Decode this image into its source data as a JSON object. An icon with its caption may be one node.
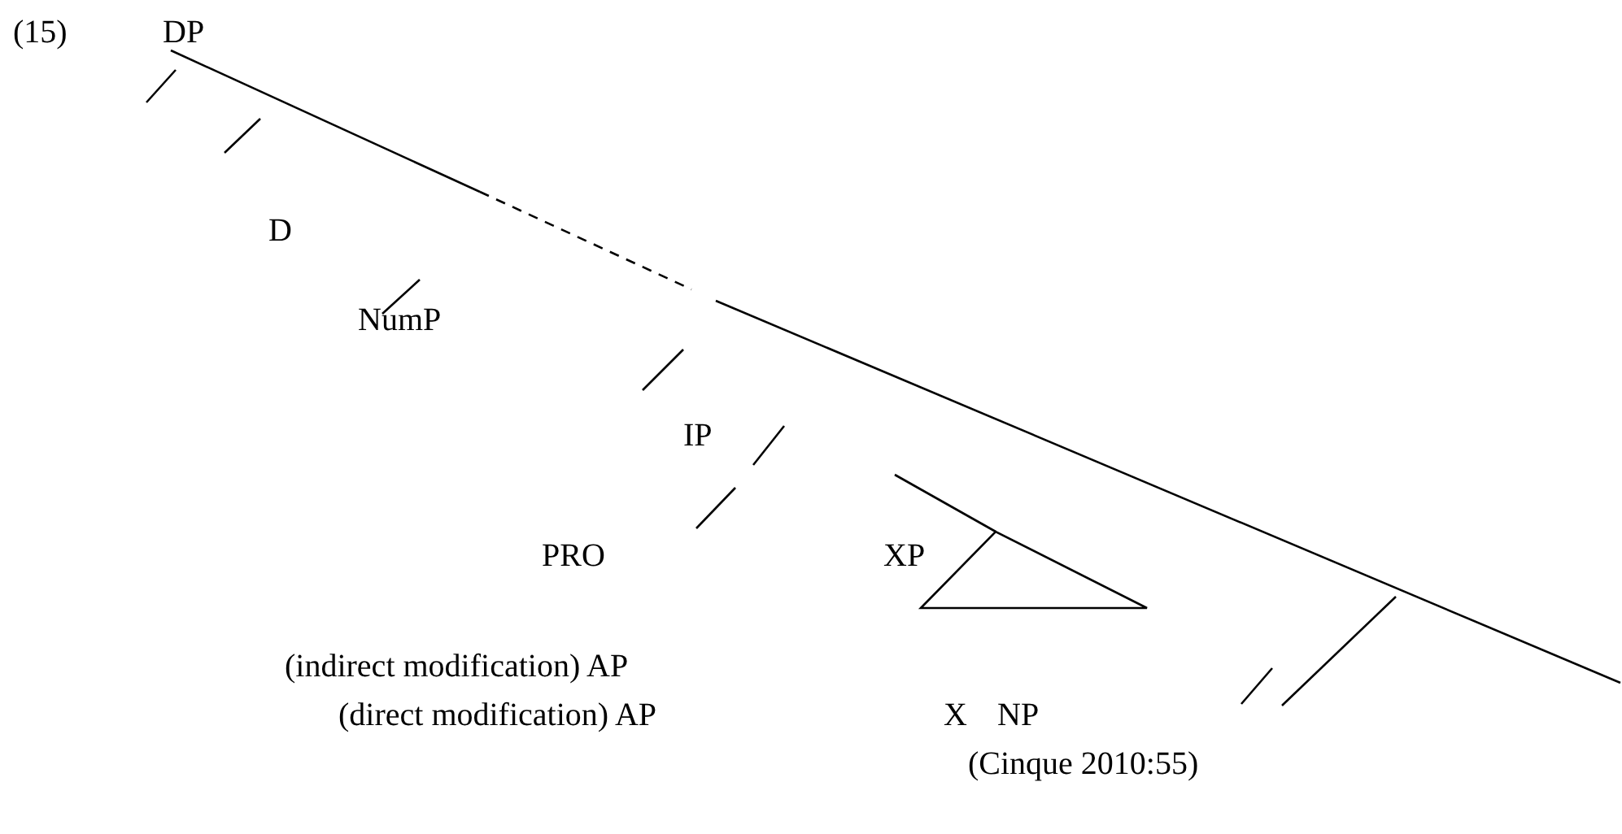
{
  "diagram": {
    "caption": "(Cinque 2010:55)",
    "labels": [
      "(15)",
      "DP",
      "D",
      "NumP",
      "IP",
      "PRO",
      "XP",
      "(indirect modification) AP",
      "(direct modification) AP",
      "X",
      "NP"
    ]
  }
}
